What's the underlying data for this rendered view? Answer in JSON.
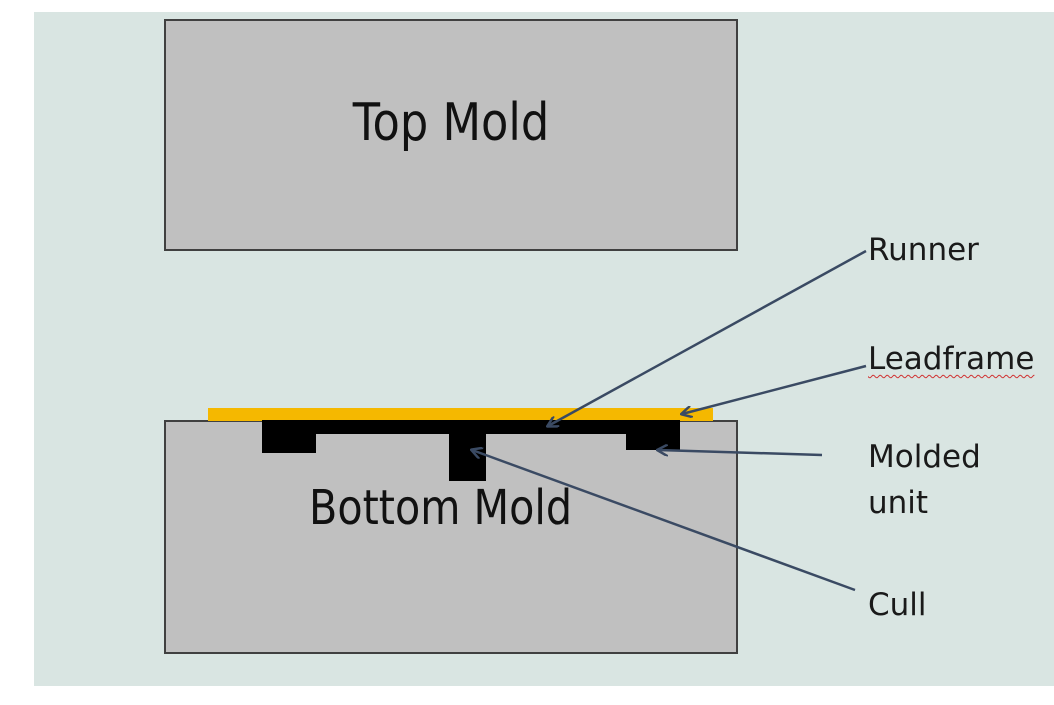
{
  "diagram": {
    "top_mold_label": "Top Mold",
    "bottom_mold_label": "Bottom Mold",
    "callouts": {
      "runner": "Runner",
      "leadframe": "Leadframe",
      "molded_unit_line1": "Molded",
      "molded_unit_line2": "unit",
      "cull": "Cull"
    },
    "colors": {
      "background": "#d9e5e2",
      "mold": "#c0c0c0",
      "leadframe": "#f5b800",
      "compound": "#000000",
      "arrow": "#3a4a63"
    }
  }
}
